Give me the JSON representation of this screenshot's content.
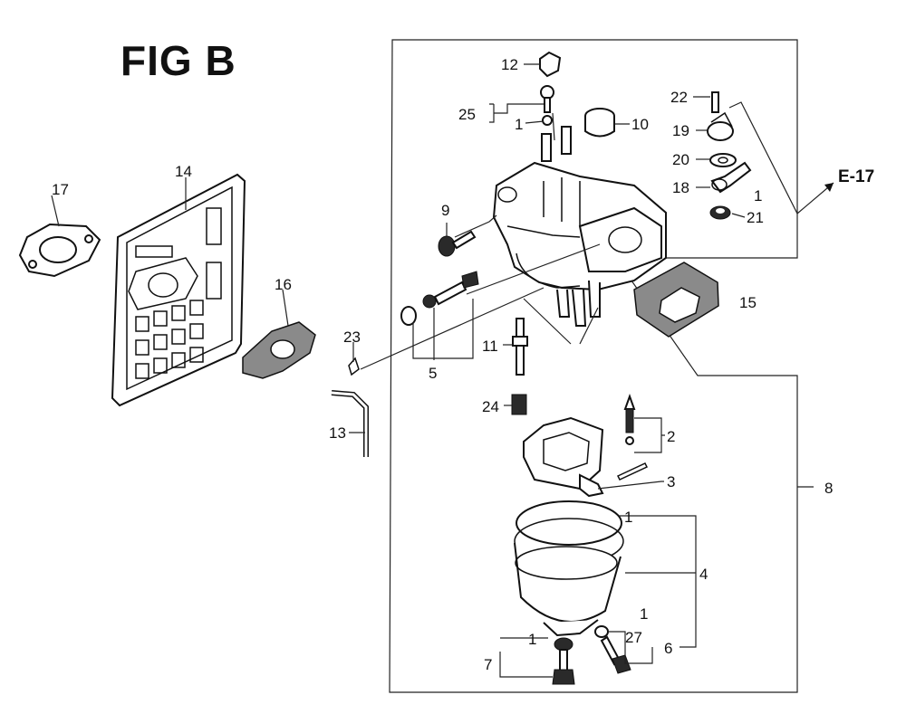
{
  "figure": {
    "title": "FIG B"
  },
  "reference": {
    "label": "E-17"
  },
  "callouts": {
    "c1a": "1",
    "c1b": "1",
    "c1c": "1",
    "c1d": "1",
    "c1e": "1",
    "c2": "2",
    "c3": "3",
    "c4": "4",
    "c5": "5",
    "c6": "6",
    "c7": "7",
    "c8": "8",
    "c9": "9",
    "c10": "10",
    "c11": "11",
    "c12": "12",
    "c13": "13",
    "c14": "14",
    "c15": "15",
    "c16": "16",
    "c17": "17",
    "c18": "18",
    "c19": "19",
    "c20": "20",
    "c21": "21",
    "c22": "22",
    "c23": "23",
    "c24": "24",
    "c25": "25",
    "c27": "27"
  }
}
